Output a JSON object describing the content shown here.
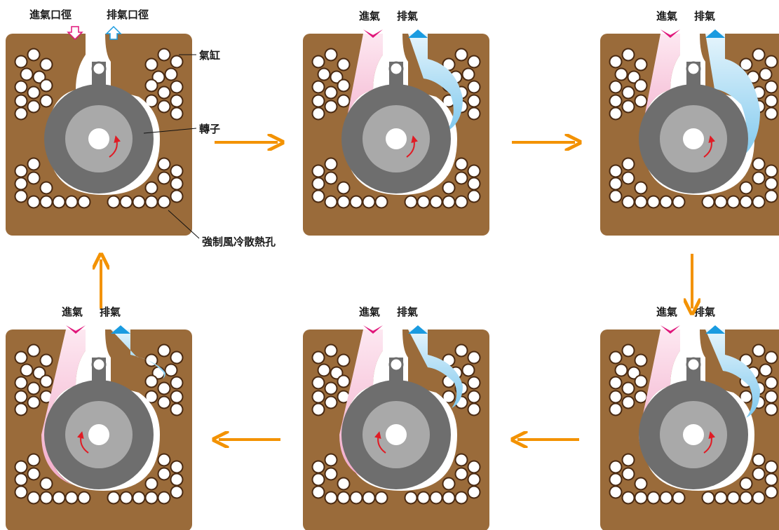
{
  "labels": {
    "intake_port": "進氣口徑",
    "exhaust_port": "排氣口徑",
    "cylinder": "氣缸",
    "rotor": "轉子",
    "cooling_holes": "強制風冷散熱孔",
    "intake": "進氣",
    "exhaust": "排氣"
  },
  "colors": {
    "housing": "#9a6b3a",
    "housing_dark": "#4a2a12",
    "rotor_outer": "#6e6e6e",
    "rotor_inner": "#a9a9a9",
    "intake": "#f2a9c9",
    "intake_arrow": "#e0157a",
    "exhaust": "#7ec8ee",
    "exhaust_arrow": "#1a9be0",
    "flow_arrow": "#f39200",
    "rotation_arrow": "#e01b24"
  },
  "icons": {
    "intake_marker": "pink-down-arrow-icon",
    "exhaust_marker": "blue-up-arrow-icon",
    "cycle_arrow": "orange-arrow-icon",
    "rotation": "red-curved-arrow-icon"
  },
  "panels": [
    {
      "id": "p1",
      "gas_pink": 0.0,
      "gas_blue": 0.0,
      "rotation": "ccw"
    },
    {
      "id": "p2",
      "gas_pink": 0.3,
      "gas_blue": 0.6,
      "rotation": "ccw"
    },
    {
      "id": "p3",
      "gas_pink": 0.3,
      "gas_blue": 0.9,
      "rotation": "ccw"
    },
    {
      "id": "p4",
      "gas_pink": 0.5,
      "gas_blue": 0.5,
      "rotation": "ccw"
    },
    {
      "id": "p5",
      "gas_pink": 0.8,
      "gas_blue": 0.4,
      "rotation": "cw"
    },
    {
      "id": "p6",
      "gas_pink": 0.9,
      "gas_blue": 0.1,
      "rotation": "cw"
    }
  ]
}
